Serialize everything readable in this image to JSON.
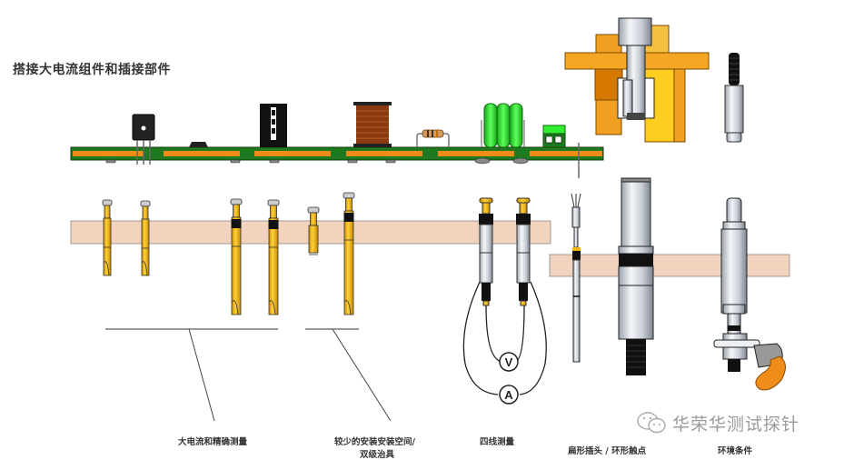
{
  "title": "搭接大电流组件和插接部件",
  "captions": {
    "high_current": "大电流和精确测量",
    "limited_space_line1": "较少的安装安装空间/",
    "limited_space_line2": "双级治具",
    "four_wire": "四线测量",
    "flat_plug": "扁形插头 / 环形触点",
    "environment": "环境条件"
  },
  "meter_labels": {
    "voltmeter": "V",
    "ammeter": "A"
  },
  "watermark": {
    "icon": "wechat-icon",
    "text": "华荣华测试探针"
  },
  "colors": {
    "pcb_green": "#1f7a1f",
    "pcb_trace": "#f08c1a",
    "fixture_plate": "#f2d3bd",
    "probe_gold": "#f2b705",
    "probe_silver": "#d8dde6",
    "orange_block": "#f5a623",
    "capacitor_green": "#33dd33",
    "inductor_brown": "#8b3a10"
  }
}
